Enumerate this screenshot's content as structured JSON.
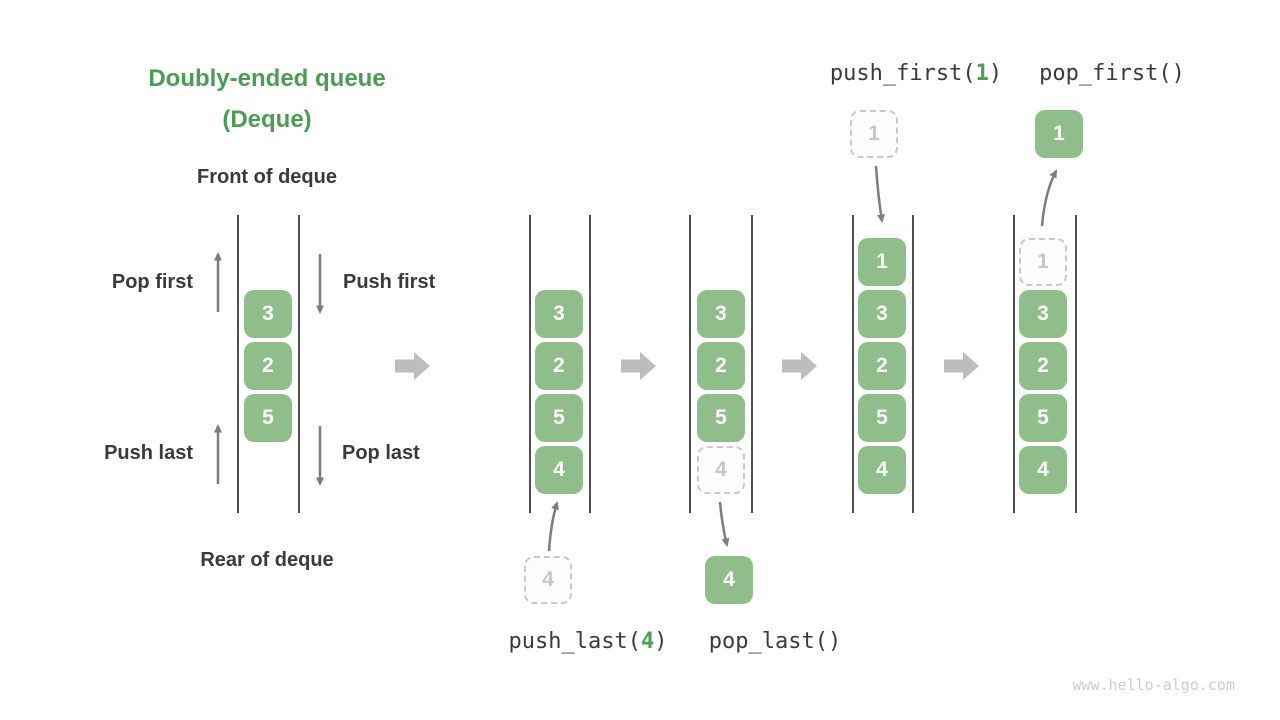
{
  "title": {
    "line1": "Doubly-ended queue",
    "line2": "(Deque)"
  },
  "left_diagram": {
    "front_label": "Front of deque",
    "rear_label": "Rear of deque",
    "pop_first_label": "Pop first",
    "push_first_label": "Push first",
    "push_last_label": "Push last",
    "pop_last_label": "Pop last",
    "cells": [
      {
        "v": "3"
      },
      {
        "v": "2"
      },
      {
        "v": "5"
      }
    ]
  },
  "operations": {
    "push_last": {
      "pre": "push_last(",
      "arg": "4",
      "post": ")"
    },
    "pop_last": {
      "label": "pop_last()"
    },
    "push_first": {
      "pre": "push_first(",
      "arg": "1",
      "post": ")"
    },
    "pop_first": {
      "label": "pop_first()"
    }
  },
  "states": [
    {
      "cells": [
        {
          "v": "3"
        },
        {
          "v": "2"
        },
        {
          "v": "5"
        },
        {
          "v": "4"
        }
      ],
      "incoming": {
        "v": "4"
      }
    },
    {
      "cells": [
        {
          "v": "3"
        },
        {
          "v": "2"
        },
        {
          "v": "5"
        },
        {
          "v": "4",
          "ghost": true
        }
      ],
      "outgoing": {
        "v": "4"
      }
    },
    {
      "cells": [
        {
          "v": "1"
        },
        {
          "v": "3"
        },
        {
          "v": "2"
        },
        {
          "v": "5"
        },
        {
          "v": "4"
        }
      ],
      "incoming": {
        "v": "1"
      }
    },
    {
      "cells": [
        {
          "v": "1",
          "ghost": true
        },
        {
          "v": "3"
        },
        {
          "v": "2"
        },
        {
          "v": "5"
        },
        {
          "v": "4"
        }
      ],
      "outgoing": {
        "v": "1"
      }
    }
  ],
  "watermark": "www.hello-algo.com",
  "colors": {
    "accent_green": "#4A9D53",
    "cell_green": "#8FBE8B",
    "block_arrow_gray": "#BDBDBD",
    "thin_arrow_gray": "#7D7D7D",
    "wall_gray": "#4F4F4F",
    "text_dark": "#3A3A3A",
    "ghost_gray": "#C6C6C6"
  }
}
